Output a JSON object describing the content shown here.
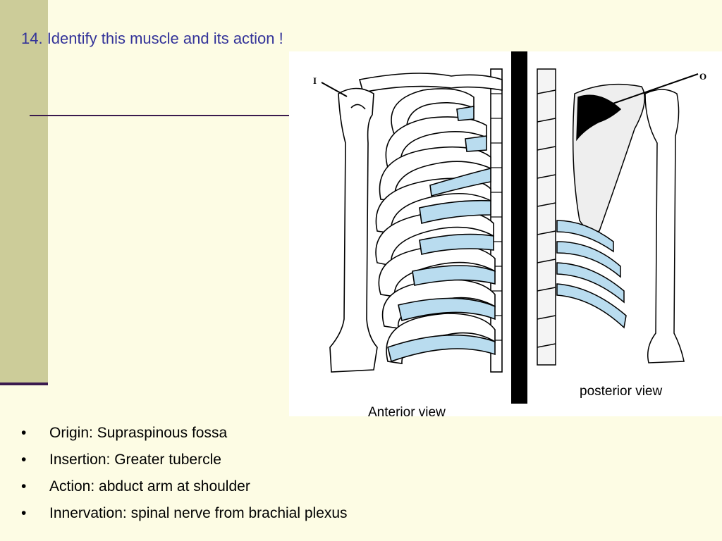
{
  "slide": {
    "title": "14. Identify this muscle and its action !",
    "captions": {
      "anterior": "Anterior view",
      "posterior": "posterior view"
    },
    "figure_labels": {
      "insertion_marker": "I",
      "origin_marker": "O"
    },
    "bullets": [
      "Origin: Supraspinous fossa",
      "Insertion: Greater tubercle",
      "Action: abduct arm at shoulder",
      "Innervation: spinal nerve from brachial plexus"
    ],
    "bullet_symbol": "•",
    "colors": {
      "background": "#fdfce4",
      "sidebar": "#cccc99",
      "title": "#333399",
      "accent_line": "#3a1a4e",
      "cartilage": "#b9dcef"
    }
  }
}
